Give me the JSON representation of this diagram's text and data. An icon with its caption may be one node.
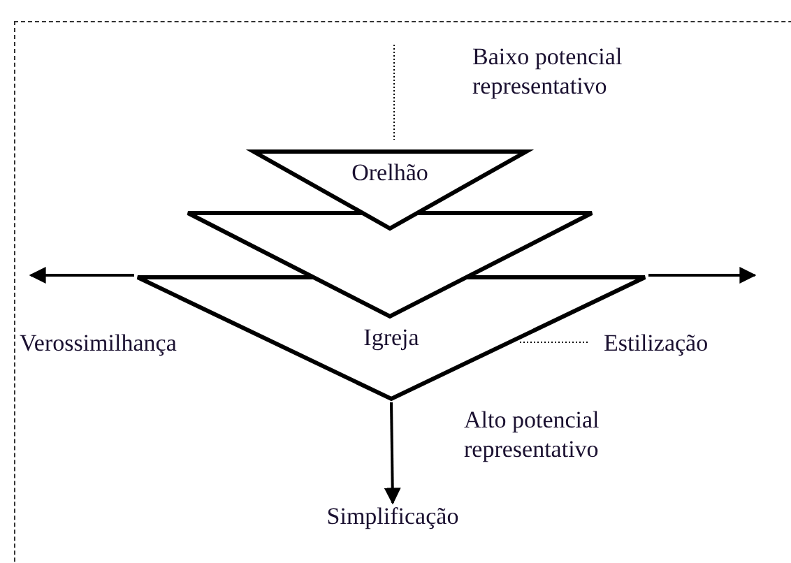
{
  "diagram": {
    "nodes": [
      {
        "text": [
          "Orelhão"
        ]
      },
      {
        "text": [],
        "shape": "triangle"
      },
      {
        "text": [
          "Igreja"
        ]
      },
      {
        "text": [
          "Simplificação"
        ]
      }
    ],
    "edges": [
      {
        "from": 2,
        "to": null,
        "arrow": "to"
      },
      {
        "from": 2,
        "to": null,
        "arrow": "to"
      },
      {
        "from": 2,
        "to": 3,
        "arrow": "to"
      }
    ],
    "labels": [
      "Baixo potencial representativo",
      "Verossimilhança",
      "Estilização",
      "Alto potencial representativo"
    ]
  }
}
